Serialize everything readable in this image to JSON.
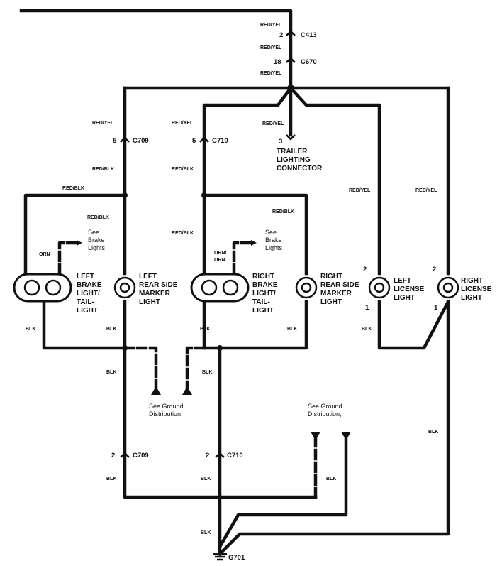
{
  "wires": {
    "red_yel": "RED/YEL",
    "red_blk": "RED/BLK",
    "blk": "BLK",
    "orn": "ORN",
    "orn_orn": "ORN/ ORN"
  },
  "connectors": {
    "c413": "C413",
    "c670": "C670",
    "c709": "C709",
    "c710": "C710",
    "g701": "G701"
  },
  "pins": {
    "p2": "2",
    "p18": "18",
    "p5": "5",
    "p3": "3",
    "p1": "1"
  },
  "components": {
    "trailer": [
      "TRAILER",
      "LIGHTING",
      "CONNECTOR"
    ],
    "left_brake": [
      "LEFT",
      "BRAKE",
      "LIGHT/",
      "TAIL-",
      "LIGHT"
    ],
    "left_marker": [
      "LEFT",
      "REAR SIDE",
      "MARKER",
      "LIGHT"
    ],
    "right_brake": [
      "RIGHT",
      "BRAKE",
      "LIGHT/",
      "TAIL-",
      "LIGHT"
    ],
    "right_marker": [
      "RIGHT",
      "REAR SIDE",
      "MARKER",
      "LIGHT"
    ],
    "left_license": [
      "LEFT",
      "LICENSE",
      "LIGHT"
    ],
    "right_license": [
      "RIGHT",
      "LICENSE",
      "LIGHT"
    ]
  },
  "notes": {
    "brake_lights": [
      "See",
      "Brake",
      "Lights"
    ],
    "ground_dist": [
      "See Ground",
      "Distribution,"
    ]
  }
}
